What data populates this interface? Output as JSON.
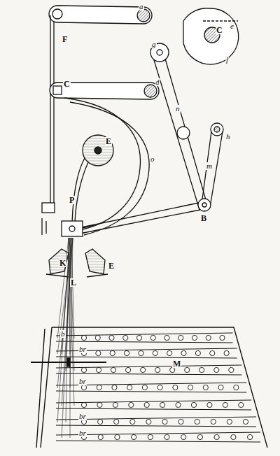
{
  "diagram": {
    "labels": [
      "a",
      "F",
      "C",
      "d",
      "C",
      "e",
      "f",
      "g",
      "n",
      "h",
      "m",
      "E",
      "o",
      "P",
      "B",
      "K",
      "E",
      "L",
      "M",
      "b",
      "br",
      "br",
      "br",
      "br"
    ]
  }
}
